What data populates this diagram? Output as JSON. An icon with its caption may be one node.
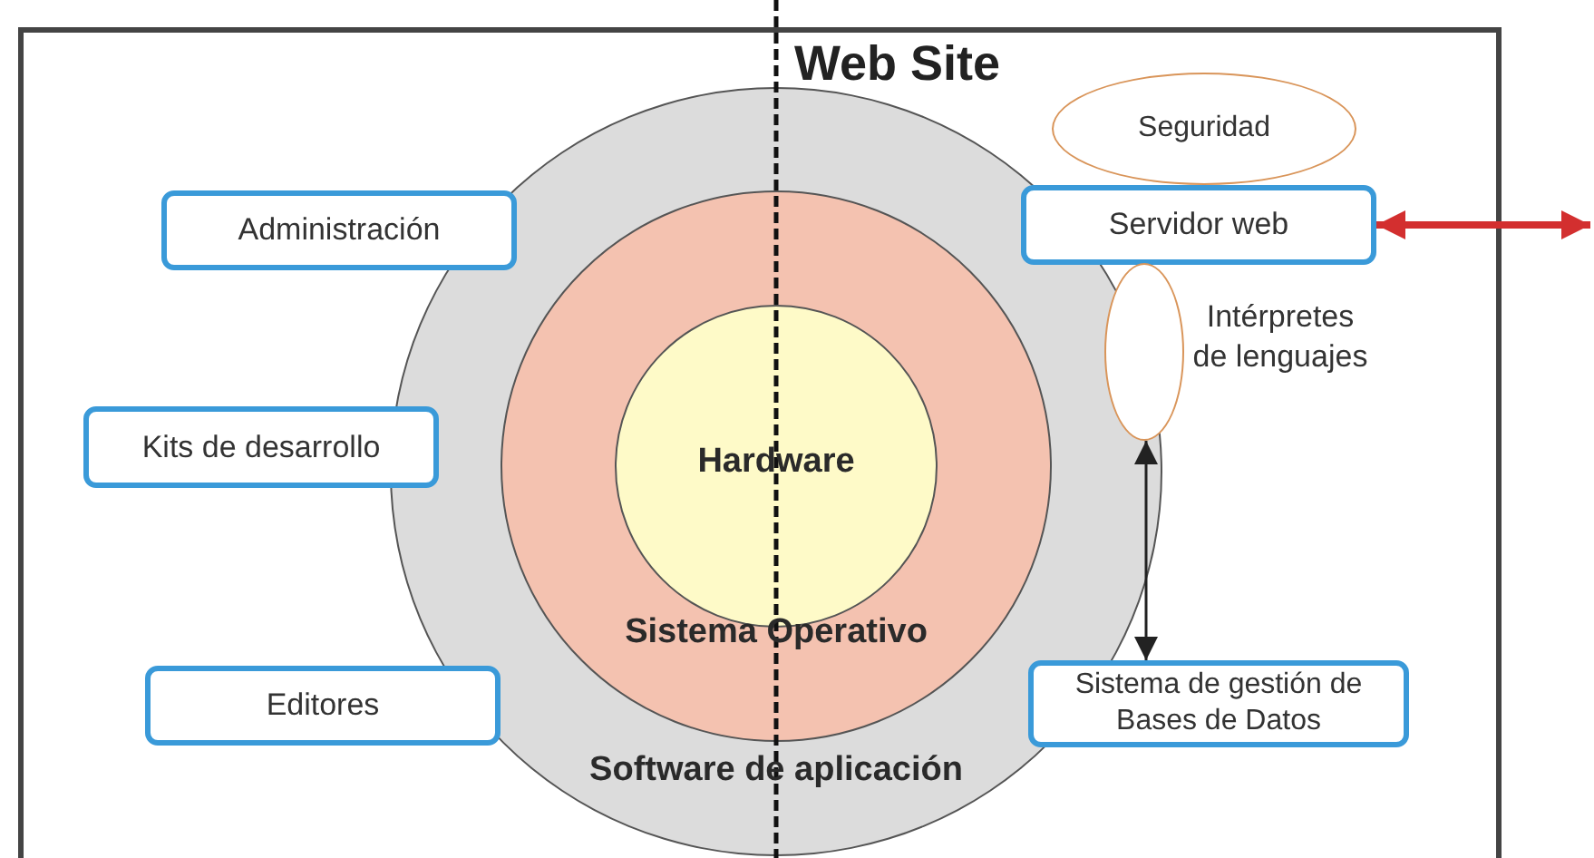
{
  "diagram": {
    "nodes": [
      {
        "text": [
          "Web Site"
        ]
      },
      {
        "text": [
          "Software de aplicación"
        ],
        "in": 0
      },
      {
        "text": [
          "Sistema Operativo"
        ],
        "in": 1
      },
      {
        "text": [
          "Hardware"
        ],
        "in": 2
      },
      {
        "text": [
          "Administración"
        ],
        "in": 0
      },
      {
        "text": [
          "Kits de desarrollo"
        ],
        "in": 0
      },
      {
        "text": [
          "Editores"
        ],
        "in": 0
      },
      {
        "text": [
          "Seguridad"
        ],
        "in": 0
      },
      {
        "text": [
          "Servidor web"
        ],
        "in": 0
      },
      {
        "text": [
          "Intérpretes de lenguajes"
        ],
        "in": 0
      },
      {
        "text": [
          "Sistema de gestión de Bases de Datos"
        ],
        "in": 0
      }
    ],
    "edges": [
      {
        "from": 9,
        "to": 10,
        "arrow": "both"
      },
      {
        "from": 8,
        "to": null,
        "arrow": "both",
        "style": "thick",
        "color": "#d32f2f"
      }
    ]
  }
}
